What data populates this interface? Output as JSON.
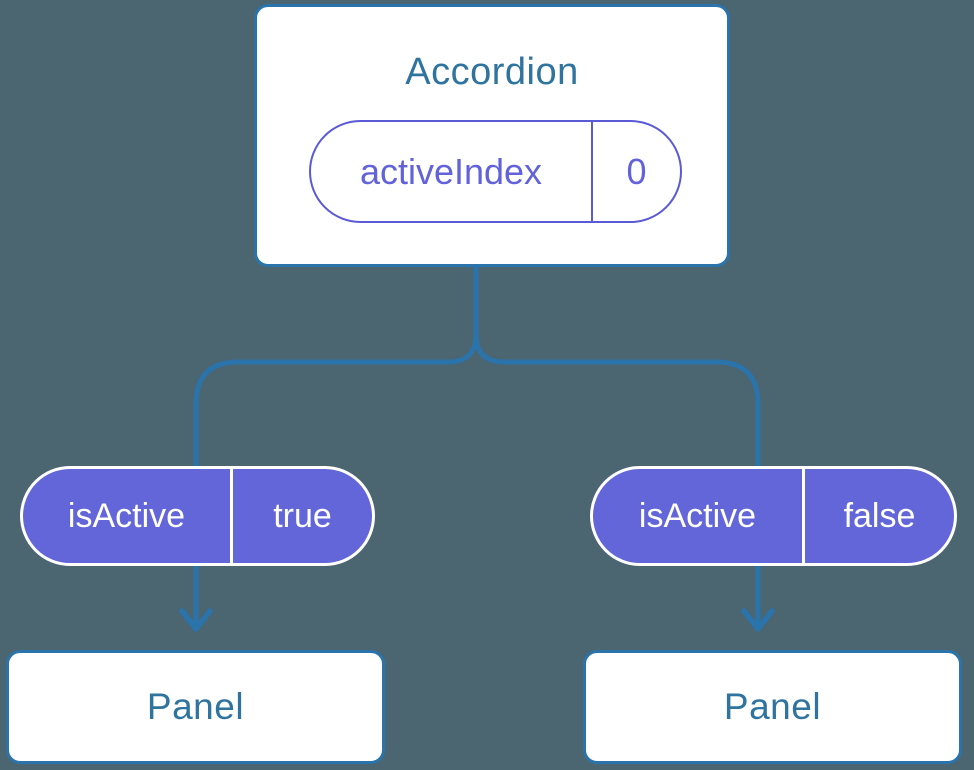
{
  "theme": {
    "background": "#4B6571",
    "line-blue": "#2B74AB",
    "title-blue": "#2F739F",
    "pill-purple-fill": "#6366D9",
    "pill-purple-outline": "#5A5AD6",
    "pill-purple-text": "#6262DA",
    "card-white": "#FFFFFF"
  },
  "tree": {
    "root": {
      "title": "Accordion",
      "state": {
        "name": "activeIndex",
        "value": "0"
      }
    },
    "children": [
      {
        "prop": {
          "name": "isActive",
          "value": "true"
        },
        "title": "Panel"
      },
      {
        "prop": {
          "name": "isActive",
          "value": "false"
        },
        "title": "Panel"
      }
    ]
  }
}
